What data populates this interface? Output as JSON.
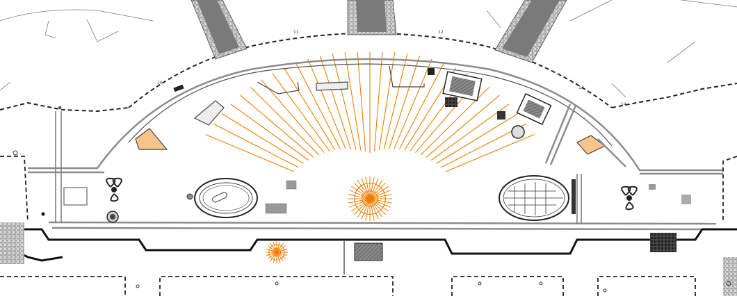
{
  "plan": {
    "colors": {
      "background": "#ffffff",
      "line": "#222222",
      "grey_line": "#8c8c8c",
      "orange": "#f07d00",
      "dark_fill": "#555555",
      "hatch_fill": "#7a7a7a"
    },
    "markers": [
      {
        "id": "10",
        "text": "10"
      },
      {
        "id": "11",
        "text": "11"
      },
      {
        "id": "12",
        "text": "12"
      },
      {
        "id": "13",
        "text": "13"
      },
      {
        "id": "14",
        "text": "14"
      }
    ],
    "icons": [
      "compass-rose-icon",
      "trefoil-symbol-icon",
      "north-arrow-icon"
    ]
  }
}
